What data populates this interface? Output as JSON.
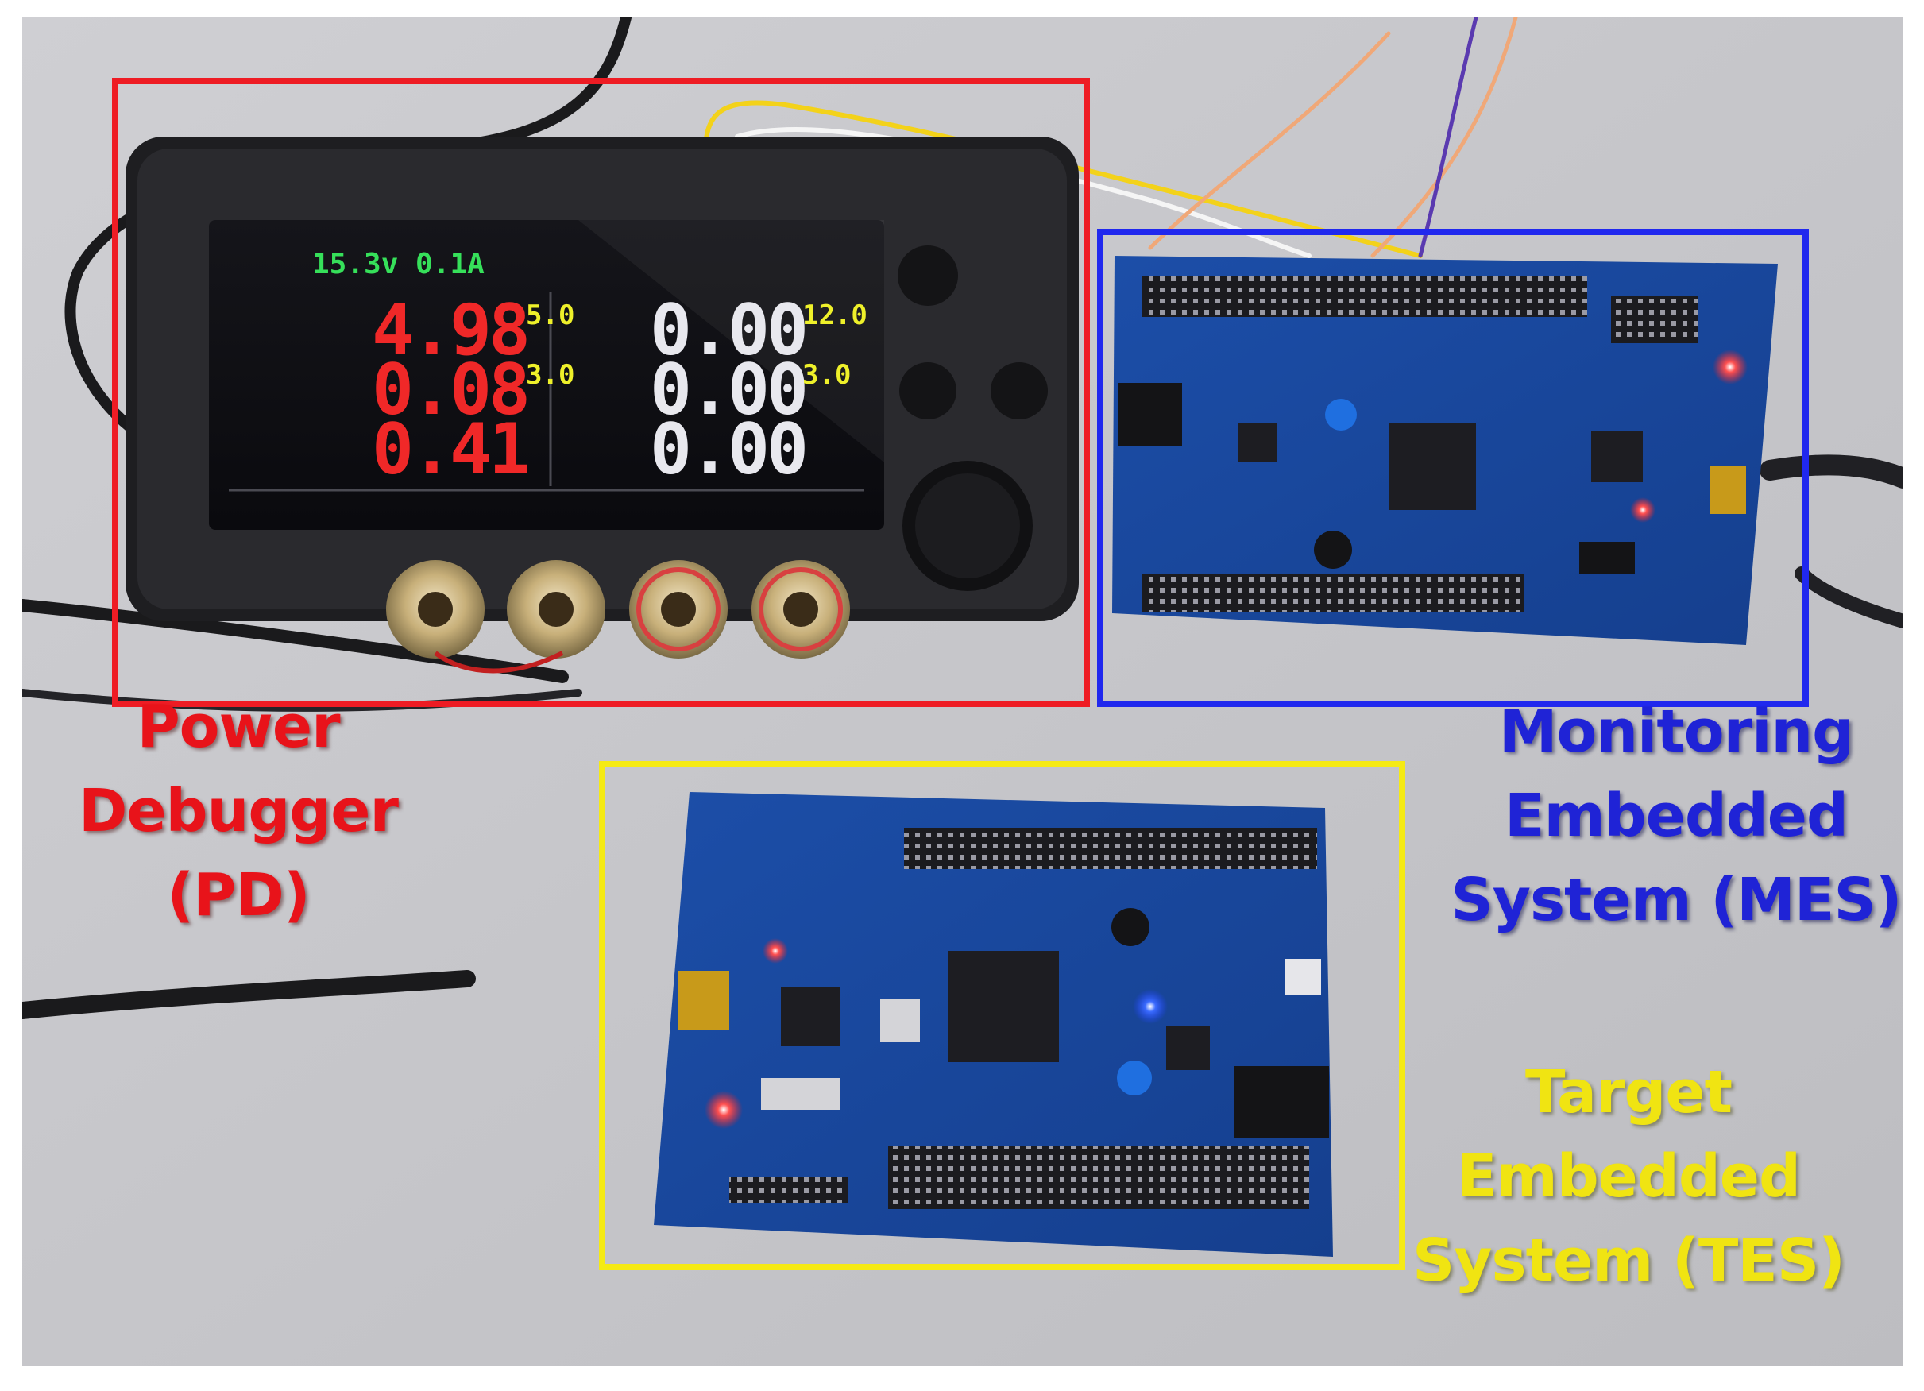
{
  "labels": {
    "power_debugger": [
      "Power",
      "Debugger",
      "(PD)"
    ],
    "monitoring_system": [
      "Monitoring",
      "Embedded",
      "System (MES)"
    ],
    "target_system": [
      "Target",
      "Embedded",
      "System (TES)"
    ]
  },
  "annotation_colors": {
    "power_debugger": "#e8131a",
    "monitoring_system": "#1f23d6",
    "target_system": "#f0e412"
  },
  "display": {
    "status": "15.3v 0.1A",
    "ch1": {
      "voltage": "4.98",
      "voltage_set": "5.0",
      "current": "0.08",
      "current_set": "3.0",
      "power": "0.41"
    },
    "ch2": {
      "voltage": "0.00",
      "voltage_set": "12.0",
      "current": "0.00",
      "current_set": "3.0",
      "power": "0.00"
    }
  }
}
